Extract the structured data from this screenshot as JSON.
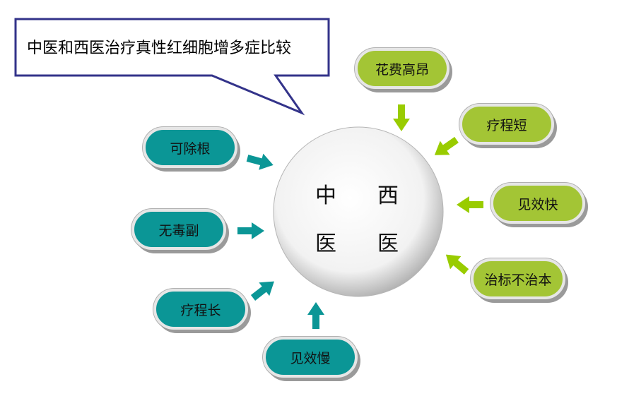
{
  "title": "中医和西医治疗真性红细胞增多症比较",
  "center": {
    "chars": [
      "中",
      "西",
      "医",
      "医"
    ]
  },
  "left_items": [
    "可除根",
    "无毒副",
    "疗程长",
    "见效慢"
  ],
  "right_items": [
    "花费高昂",
    "疗程短",
    "见效快",
    "治标不治本"
  ],
  "colors": {
    "left": "#0b9696",
    "right": "#a3c535",
    "right_arrow": "#99cc00",
    "callout_border": "#33338a"
  }
}
